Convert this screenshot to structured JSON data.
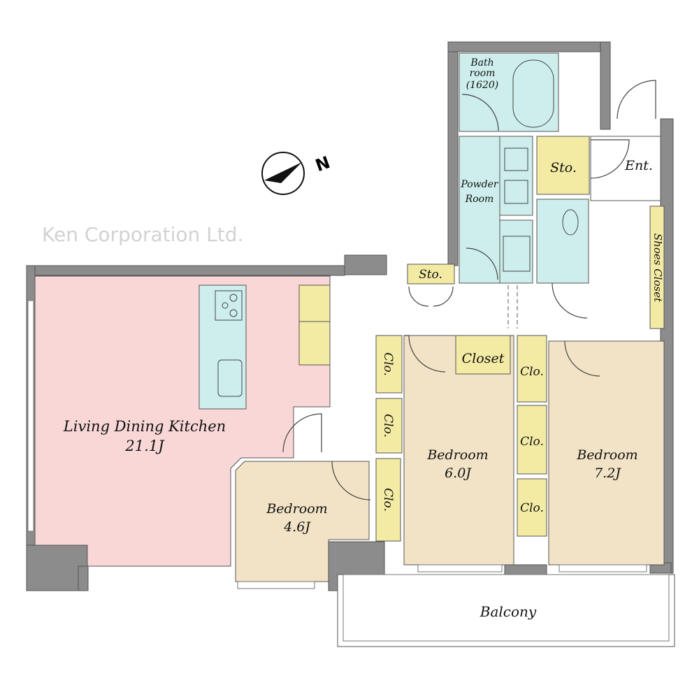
{
  "colors": {
    "ldk": "#f9d7d7",
    "wet": "#cdeeec",
    "storage": "#f3eba4",
    "bedroom": "#f2e3c6",
    "wall": "#8c8c8c"
  },
  "compass": {
    "label": "N",
    "icon": "north-arrow-icon"
  },
  "watermark": "Ken Corporation Ltd.",
  "rooms": {
    "ldk": {
      "name": "Living Dining Kitchen",
      "size": "21.1J"
    },
    "bedroom_small": {
      "name": "Bedroom",
      "size": "4.6J"
    },
    "bedroom_mid": {
      "name": "Bedroom",
      "size": "6.0J"
    },
    "bedroom_large": {
      "name": "Bedroom",
      "size": "7.2J"
    },
    "bath": {
      "line1": "Bath",
      "line2": "room",
      "line3": "(1620)"
    },
    "powder": {
      "line1": "Powder",
      "line2": "Room"
    },
    "storage_upper": "Sto.",
    "storage_lower": "Sto.",
    "entrance": "Ent.",
    "shoes_closet": "Shoes Closet",
    "closet": "Closet",
    "clo": [
      "Clo.",
      "Clo.",
      "Clo.",
      "Clo.",
      "Clo.",
      "Clo."
    ],
    "balcony": "Balcony"
  }
}
